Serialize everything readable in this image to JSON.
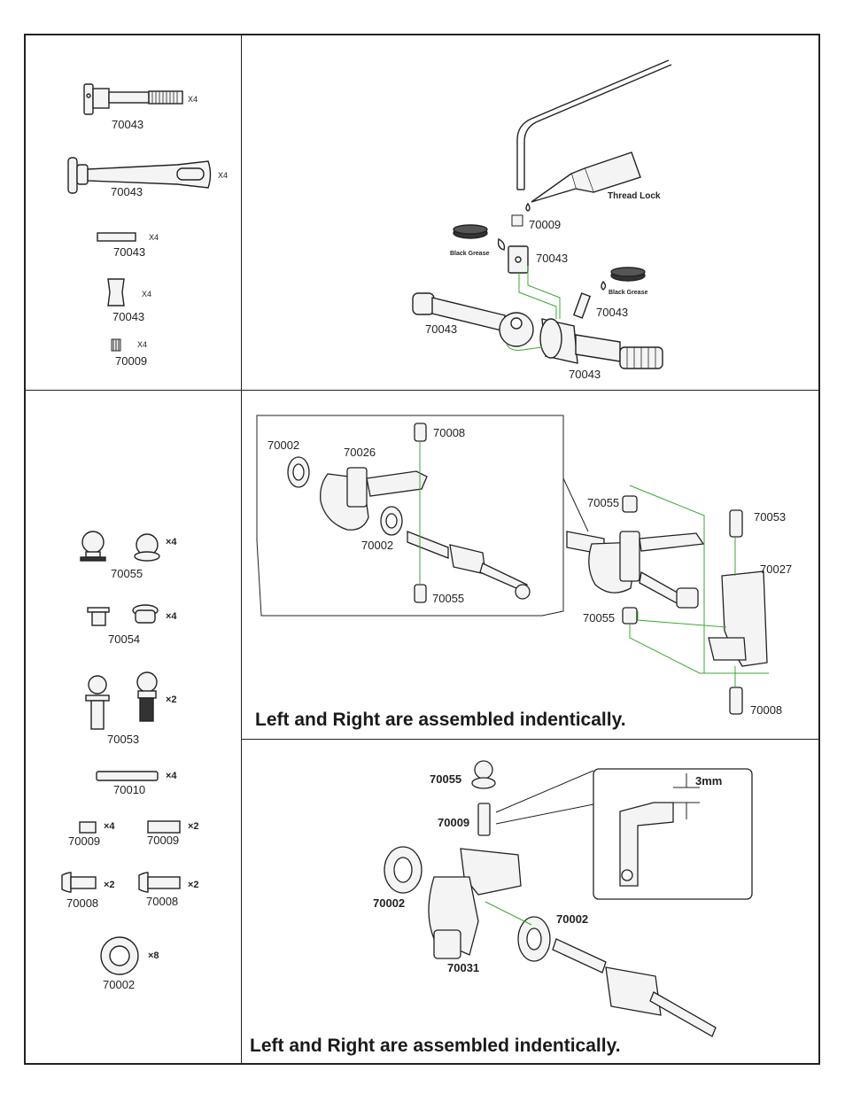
{
  "colors": {
    "line": "#222222",
    "guide": "#3aa832",
    "fill": "#f4f4f4"
  },
  "panel1": {
    "parts": [
      {
        "code": "70043",
        "qty": "X4"
      },
      {
        "code": "70043",
        "qty": "X4"
      },
      {
        "code": "70043",
        "qty": "X4"
      },
      {
        "code": "70043",
        "qty": "X4"
      },
      {
        "code": "70009",
        "qty": "X4"
      }
    ],
    "assembly": {
      "thread_lock": "Thread Lock",
      "grease_1": "Black Grease",
      "grease_2": "Black Grease",
      "labels": [
        "70009",
        "70043",
        "70043",
        "70043",
        "70043"
      ]
    }
  },
  "panel2": {
    "parts": [
      {
        "code": "70055",
        "qty": "×4"
      },
      {
        "code": "70054",
        "qty": "×4"
      },
      {
        "code": "70053",
        "qty": "×2"
      },
      {
        "code": "70010",
        "qty": "×4"
      },
      {
        "code": "70009",
        "qty": "×4"
      },
      {
        "code": "70009",
        "qty": "×2"
      },
      {
        "code": "70008",
        "qty": "×2"
      },
      {
        "code": "70008",
        "qty": "×2"
      },
      {
        "code": "70002",
        "qty": "×8"
      }
    ],
    "assembly": {
      "labels": [
        "70002",
        "70026",
        "70008",
        "70002",
        "70055",
        "70055",
        "70053",
        "70027",
        "70055",
        "70008"
      ],
      "heading": "Left and Right are assembled indentically."
    }
  },
  "panel3": {
    "labels": [
      "70055",
      "70009",
      "70002",
      "70002",
      "70031"
    ],
    "dimension": "3mm",
    "heading": "Left and Right are assembled indentically."
  }
}
